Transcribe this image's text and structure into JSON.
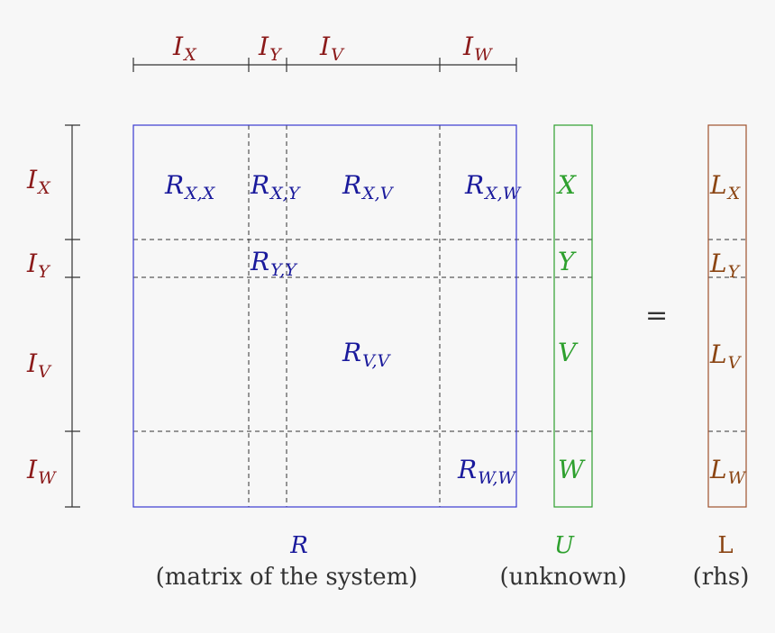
{
  "colors": {
    "index": "#8b1a1a",
    "matrix": "#1a1a9c",
    "unknown": "#2ea02e",
    "rhs": "#8b4513",
    "rule": "#333333"
  },
  "top_labels": [
    {
      "base": "I",
      "sub": "X"
    },
    {
      "base": "I",
      "sub": "Y"
    },
    {
      "base": "I",
      "sub": "V"
    },
    {
      "base": "I",
      "sub": "W"
    }
  ],
  "left_labels": [
    {
      "base": "I",
      "sub": "X"
    },
    {
      "base": "I",
      "sub": "Y"
    },
    {
      "base": "I",
      "sub": "V"
    },
    {
      "base": "I",
      "sub": "W"
    }
  ],
  "matrix_cells": [
    {
      "base": "R",
      "sub": "X,X"
    },
    {
      "base": "R",
      "sub": "X,Y"
    },
    {
      "base": "R",
      "sub": "X,V"
    },
    {
      "base": "R",
      "sub": "X,W"
    },
    {
      "base": "R",
      "sub": "Y,Y"
    },
    {
      "base": "R",
      "sub": "V,V"
    },
    {
      "base": "R",
      "sub": "W,W"
    }
  ],
  "unknown_entries": [
    "X",
    "Y",
    "V",
    "W"
  ],
  "rhs_entries": [
    {
      "base": "L",
      "sub": "X"
    },
    {
      "base": "L",
      "sub": "Y"
    },
    {
      "base": "L",
      "sub": "V"
    },
    {
      "base": "L",
      "sub": "W"
    }
  ],
  "equals_sign": "=",
  "captions": {
    "matrix_symbol": "R",
    "matrix_desc": "(matrix of the system)",
    "unknown_symbol": "U",
    "unknown_desc": "(unknown)",
    "rhs_symbol": "L",
    "rhs_desc": "(rhs)"
  }
}
